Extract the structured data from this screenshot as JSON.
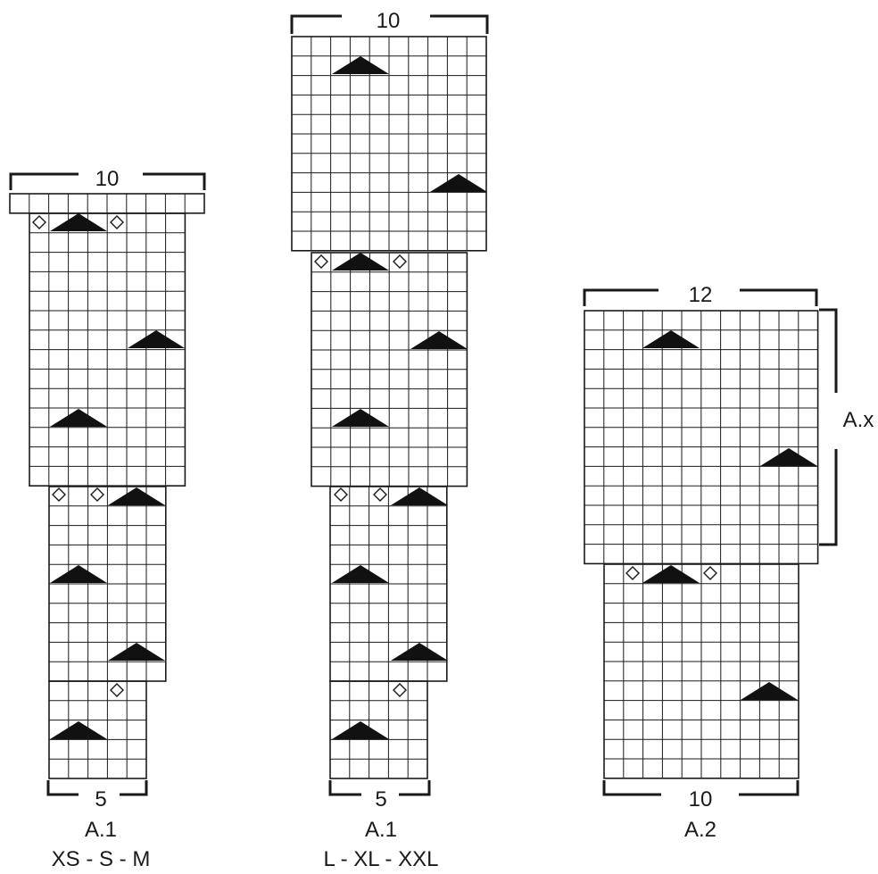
{
  "diagrams": [
    {
      "id": "a1-small",
      "top_label": "10",
      "bottom_label": "5",
      "name": "A.1",
      "sizes": "XS - S - M"
    },
    {
      "id": "a1-large",
      "top_label": "10",
      "bottom_label": "5",
      "name": "A.1",
      "sizes": "L - XL - XXL"
    },
    {
      "id": "a2",
      "top_label": "12",
      "bottom_label": "10",
      "name": "A.2",
      "side_label": "A.x"
    }
  ],
  "colors": {
    "grid_line": "#1a1a1a",
    "triangle_fill": "#111111",
    "background": "#ffffff"
  },
  "symbols": {
    "triangle": "decrease-triangle-symbol",
    "diamond": "yarn-over-diamond-symbol"
  }
}
